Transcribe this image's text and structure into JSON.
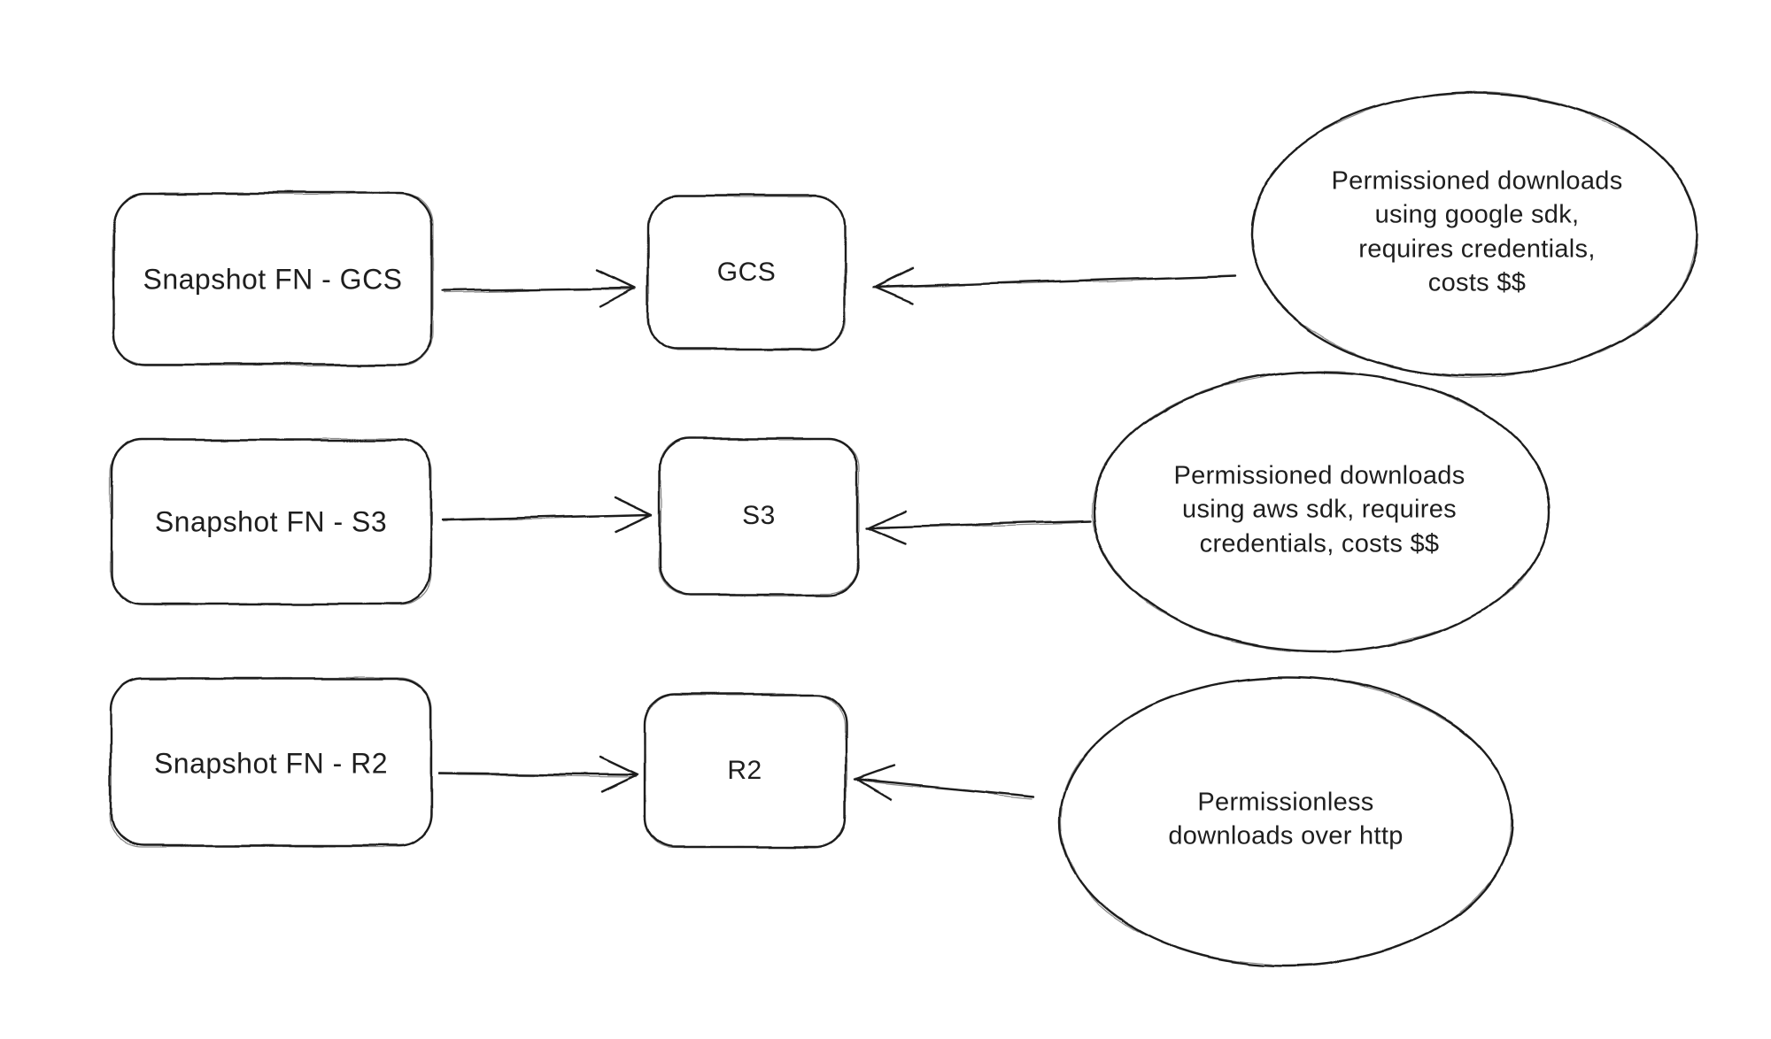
{
  "page": {
    "background": "#ffffff",
    "ink": "#1e1e1e"
  },
  "diagram": {
    "rows": [
      {
        "source_label": "Snapshot FN - GCS",
        "target_label": "GCS",
        "note_lines": [
          "Permissioned downloads",
          "using google sdk,",
          "requires credentials,",
          "costs $$"
        ]
      },
      {
        "source_label": "Snapshot FN - S3",
        "target_label": "S3",
        "note_lines": [
          "Permissioned downloads",
          "using aws sdk, requires",
          "credentials, costs $$"
        ]
      },
      {
        "source_label": "Snapshot FN - R2",
        "target_label": "R2",
        "note_lines": [
          "Permissionless",
          "downloads over http"
        ]
      }
    ]
  }
}
